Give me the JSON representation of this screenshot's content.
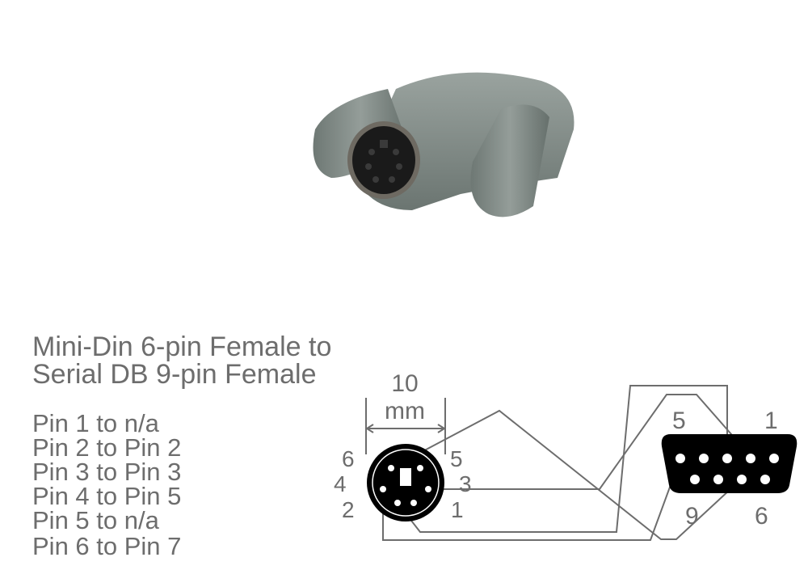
{
  "title": {
    "line1": "Mini-Din 6-pin Female to",
    "line2": "Serial DB 9-pin Female"
  },
  "pinout": [
    "Pin 1 to n/a",
    "Pin 2 to Pin 2",
    "Pin 3 to Pin 3",
    "Pin 4 to Pin 5",
    "Pin 5 to n/a",
    "Pin 6 to Pin 7"
  ],
  "dimension": {
    "value": "10",
    "unit": "mm"
  },
  "minidin_labels": {
    "p6": "6",
    "p5": "5",
    "p4": "4",
    "p3": "3",
    "p2": "2",
    "p1": "1"
  },
  "db9_labels": {
    "p5": "5",
    "p1": "1",
    "p9": "9",
    "p6": "6"
  },
  "colors": {
    "text": "#6d6d6d",
    "line": "#6d6d6d",
    "connector": "#000000",
    "plug": "#7f8b87"
  }
}
